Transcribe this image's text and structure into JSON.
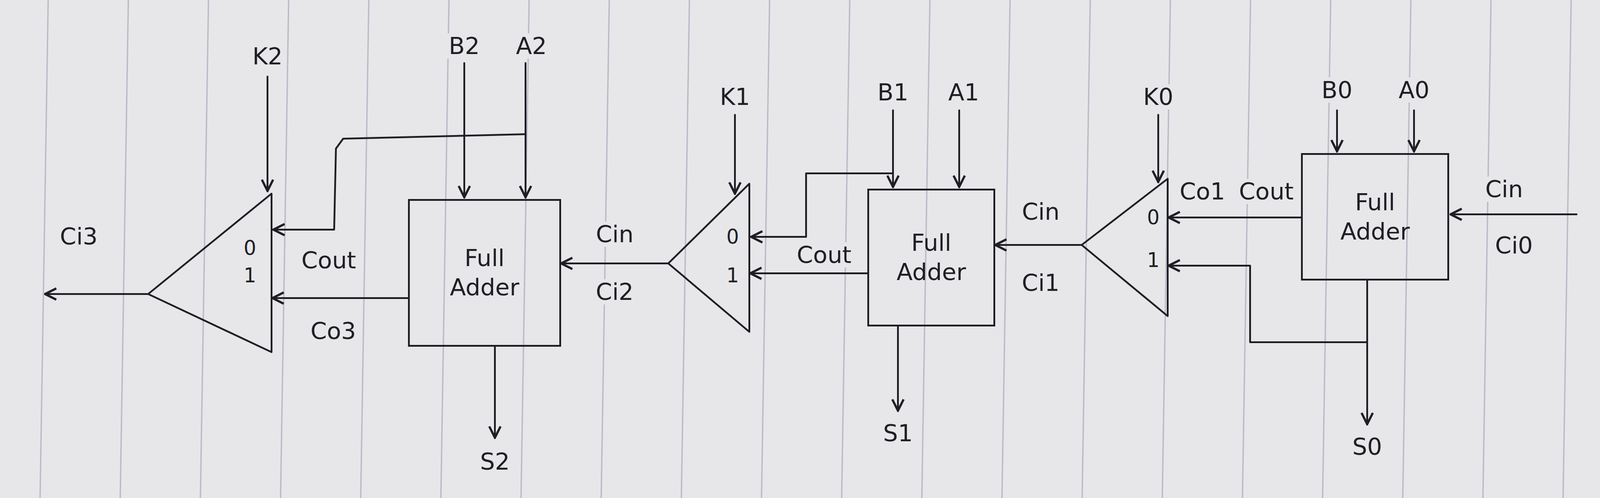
{
  "diagram": {
    "nodes": [
      {
        "text": [
          "0",
          "1"
        ]
      },
      {
        "text": [
          "Full Adder"
        ]
      },
      {
        "text": [
          "0",
          "1"
        ]
      },
      {
        "text": [
          "Full Adder"
        ]
      },
      {
        "text": [
          "0",
          "1"
        ]
      },
      {
        "text": [
          "Full Adder"
        ]
      }
    ],
    "edges": [
      {
        "from": 5,
        "to": 4,
        "arrow": "to"
      },
      {
        "from": 5,
        "to": 4,
        "arrow": "to"
      },
      {
        "from": 4,
        "to": 3,
        "arrow": "to"
      },
      {
        "from": 3,
        "to": 2,
        "arrow": "to"
      },
      {
        "from": 2,
        "to": 1,
        "arrow": "to"
      },
      {
        "from": 1,
        "to": 0,
        "arrow": "to"
      }
    ],
    "labels": [
      "K2",
      "B2",
      "A2",
      "Ci3",
      "Cout",
      "Co3",
      "S2",
      "K1",
      "Cin",
      "Ci2",
      "B1",
      "A1",
      "Cout",
      "S1",
      "K0",
      "Cin",
      "Ci1",
      "Co1",
      "Cout",
      "B0",
      "A0",
      "Cin",
      "Ci0",
      "S0"
    ]
  }
}
